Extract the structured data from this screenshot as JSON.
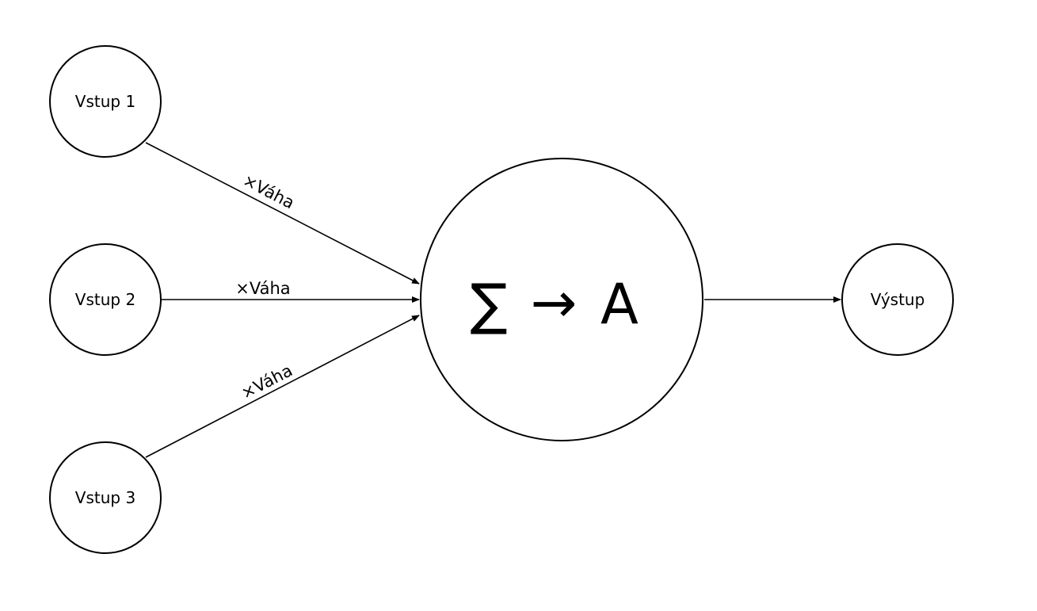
{
  "diagram": {
    "inputs": [
      {
        "label": "Vstup 1"
      },
      {
        "label": "Vstup 2"
      },
      {
        "label": "Vstup 3"
      }
    ],
    "weights": [
      {
        "label": "×Váha"
      },
      {
        "label": "×Váha"
      },
      {
        "label": "×Váha"
      }
    ],
    "neuron": {
      "sum_symbol": "∑",
      "arrow_symbol": "→",
      "activation_symbol": "A"
    },
    "output": {
      "label": "Výstup"
    }
  }
}
